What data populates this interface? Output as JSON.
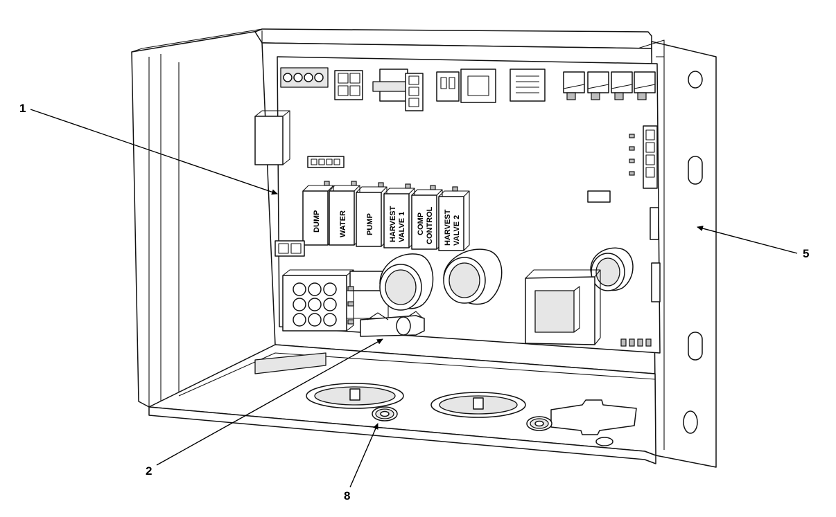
{
  "callouts": {
    "c1": "1",
    "c2": "2",
    "c5": "5",
    "c8": "8"
  },
  "relays": {
    "dump": "DUMP",
    "water": "WATER",
    "pump": "PUMP",
    "harvest_valve_1_a": "HARVEST",
    "harvest_valve_1_b": "VALVE 1",
    "comp_control_a": "COMP",
    "comp_control_b": "CONTROL",
    "harvest_valve_2_a": "HARVEST",
    "harvest_valve_2_b": "VALVE 2"
  }
}
